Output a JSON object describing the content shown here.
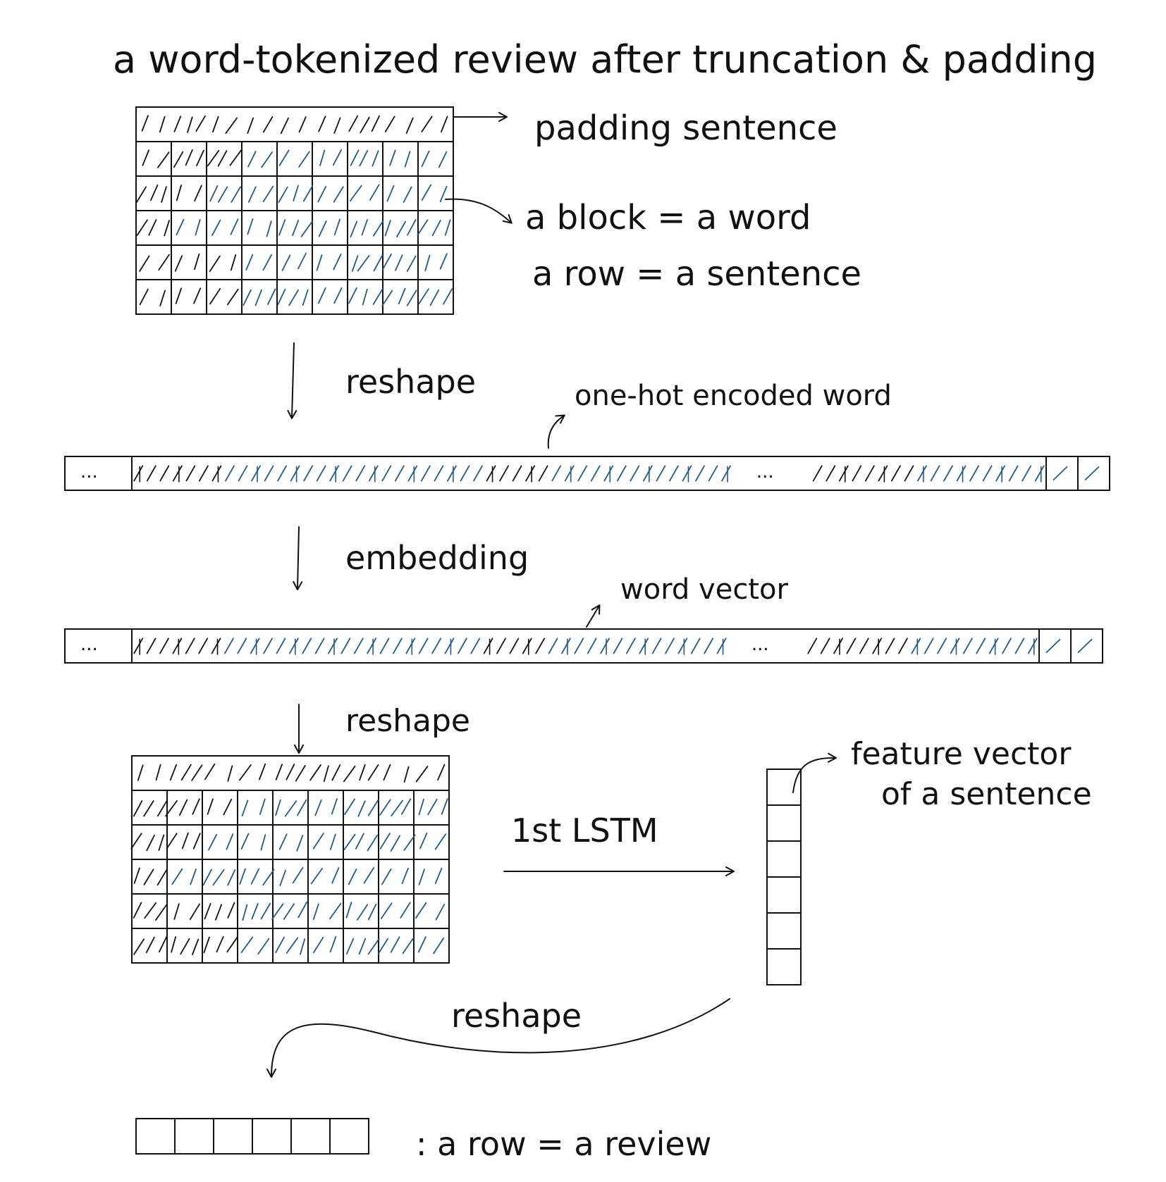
{
  "diagram": {
    "title": "a word-tokenized review after truncation & padding",
    "annotations": {
      "padding_sentence": "padding sentence",
      "block_eq_word": "a block = a word",
      "row_eq_sentence": "a row = a sentence",
      "one_hot": "one-hot encoded word",
      "word_vector": "word vector",
      "feature_vector_line1": "feature vector",
      "feature_vector_line2": "of a sentence",
      "row_eq_review": ": a row = a review"
    },
    "steps": {
      "reshape_1": "reshape",
      "embedding": "embedding",
      "reshape_2": "reshape",
      "lstm": "1st LSTM",
      "reshape_3": "reshape"
    },
    "ellipsis": "...",
    "grid": {
      "rows": 6,
      "cols": 9
    },
    "feature_vector_cells": 6,
    "review_cells": 6,
    "colors": {
      "ink": "#111111",
      "blue_ink": "#1f5a8a"
    }
  }
}
